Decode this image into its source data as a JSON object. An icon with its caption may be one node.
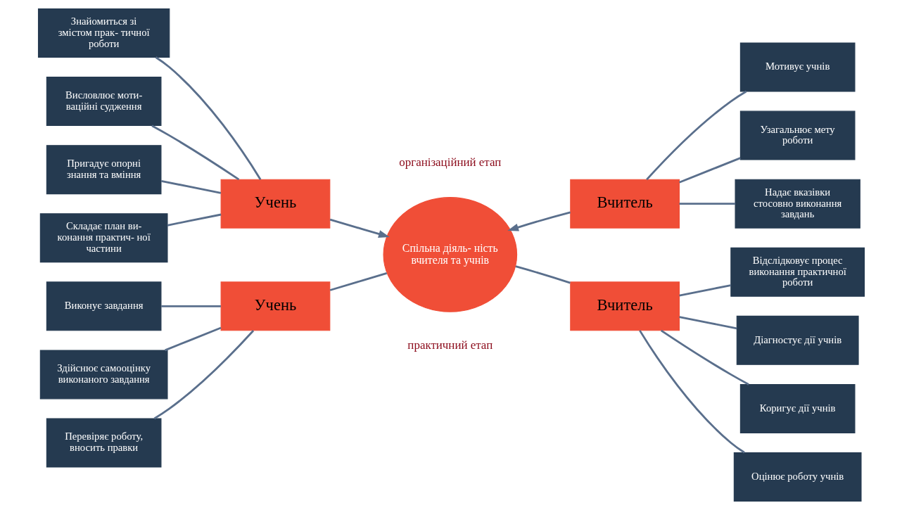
{
  "diagram": {
    "nodes": [
      {
        "text": [
          "Спільна діяль- ність вчителя та учнів"
        ]
      },
      {
        "text": [
          "Учень"
        ]
      },
      {
        "text": [
          "Вчитель"
        ]
      },
      {
        "text": [
          "Учень"
        ]
      },
      {
        "text": [
          "Вчитель"
        ]
      },
      {
        "text": [
          "Знайомиться зі змістом прак- тичної роботи"
        ]
      },
      {
        "text": [
          "Висловлює моти- ваційні судження"
        ]
      },
      {
        "text": [
          "Пригадує опорні знання та вміння"
        ]
      },
      {
        "text": [
          "Складає план ви- конання практич- ної частини"
        ]
      },
      {
        "text": [
          "Мотивує учнів"
        ]
      },
      {
        "text": [
          "Узагальнює мету роботи"
        ]
      },
      {
        "text": [
          "Надає вказівки стосовно виконання завдань"
        ]
      },
      {
        "text": [
          "Виконує завдання"
        ]
      },
      {
        "text": [
          "Здійснює самооцінку виконаного завдання"
        ]
      },
      {
        "text": [
          "Перевіряє роботу, вносить правки"
        ]
      },
      {
        "text": [
          "Відслідковує процес виконання практичної роботи"
        ]
      },
      {
        "text": [
          "Діагностує дії учнів"
        ]
      },
      {
        "text": [
          "Коригує дії учнів"
        ]
      },
      {
        "text": [
          "Оцінює роботу учнів"
        ]
      }
    ],
    "edges": [
      {
        "from": 1,
        "to": 0,
        "arrow": "to"
      },
      {
        "from": 2,
        "to": 0,
        "arrow": "to"
      },
      {
        "from": 3,
        "to": 0,
        "arrow": "none"
      },
      {
        "from": 4,
        "to": 0,
        "arrow": "none"
      },
      {
        "from": 5,
        "to": 1,
        "arrow": "none"
      },
      {
        "from": 6,
        "to": 1,
        "arrow": "none"
      },
      {
        "from": 7,
        "to": 1,
        "arrow": "none"
      },
      {
        "from": 8,
        "to": 1,
        "arrow": "none"
      },
      {
        "from": 2,
        "to": 9,
        "arrow": "none"
      },
      {
        "from": 2,
        "to": 10,
        "arrow": "none"
      },
      {
        "from": 2,
        "to": 11,
        "arrow": "none"
      },
      {
        "from": 12,
        "to": 3,
        "arrow": "none"
      },
      {
        "from": 13,
        "to": 3,
        "arrow": "none"
      },
      {
        "from": 14,
        "to": 3,
        "arrow": "none"
      },
      {
        "from": 4,
        "to": 15,
        "arrow": "none"
      },
      {
        "from": 4,
        "to": 16,
        "arrow": "none"
      },
      {
        "from": 4,
        "to": 17,
        "arrow": "none"
      },
      {
        "from": 4,
        "to": 18,
        "arrow": "none"
      }
    ],
    "labels": [
      "організаційний етап",
      "практичний етап"
    ]
  }
}
